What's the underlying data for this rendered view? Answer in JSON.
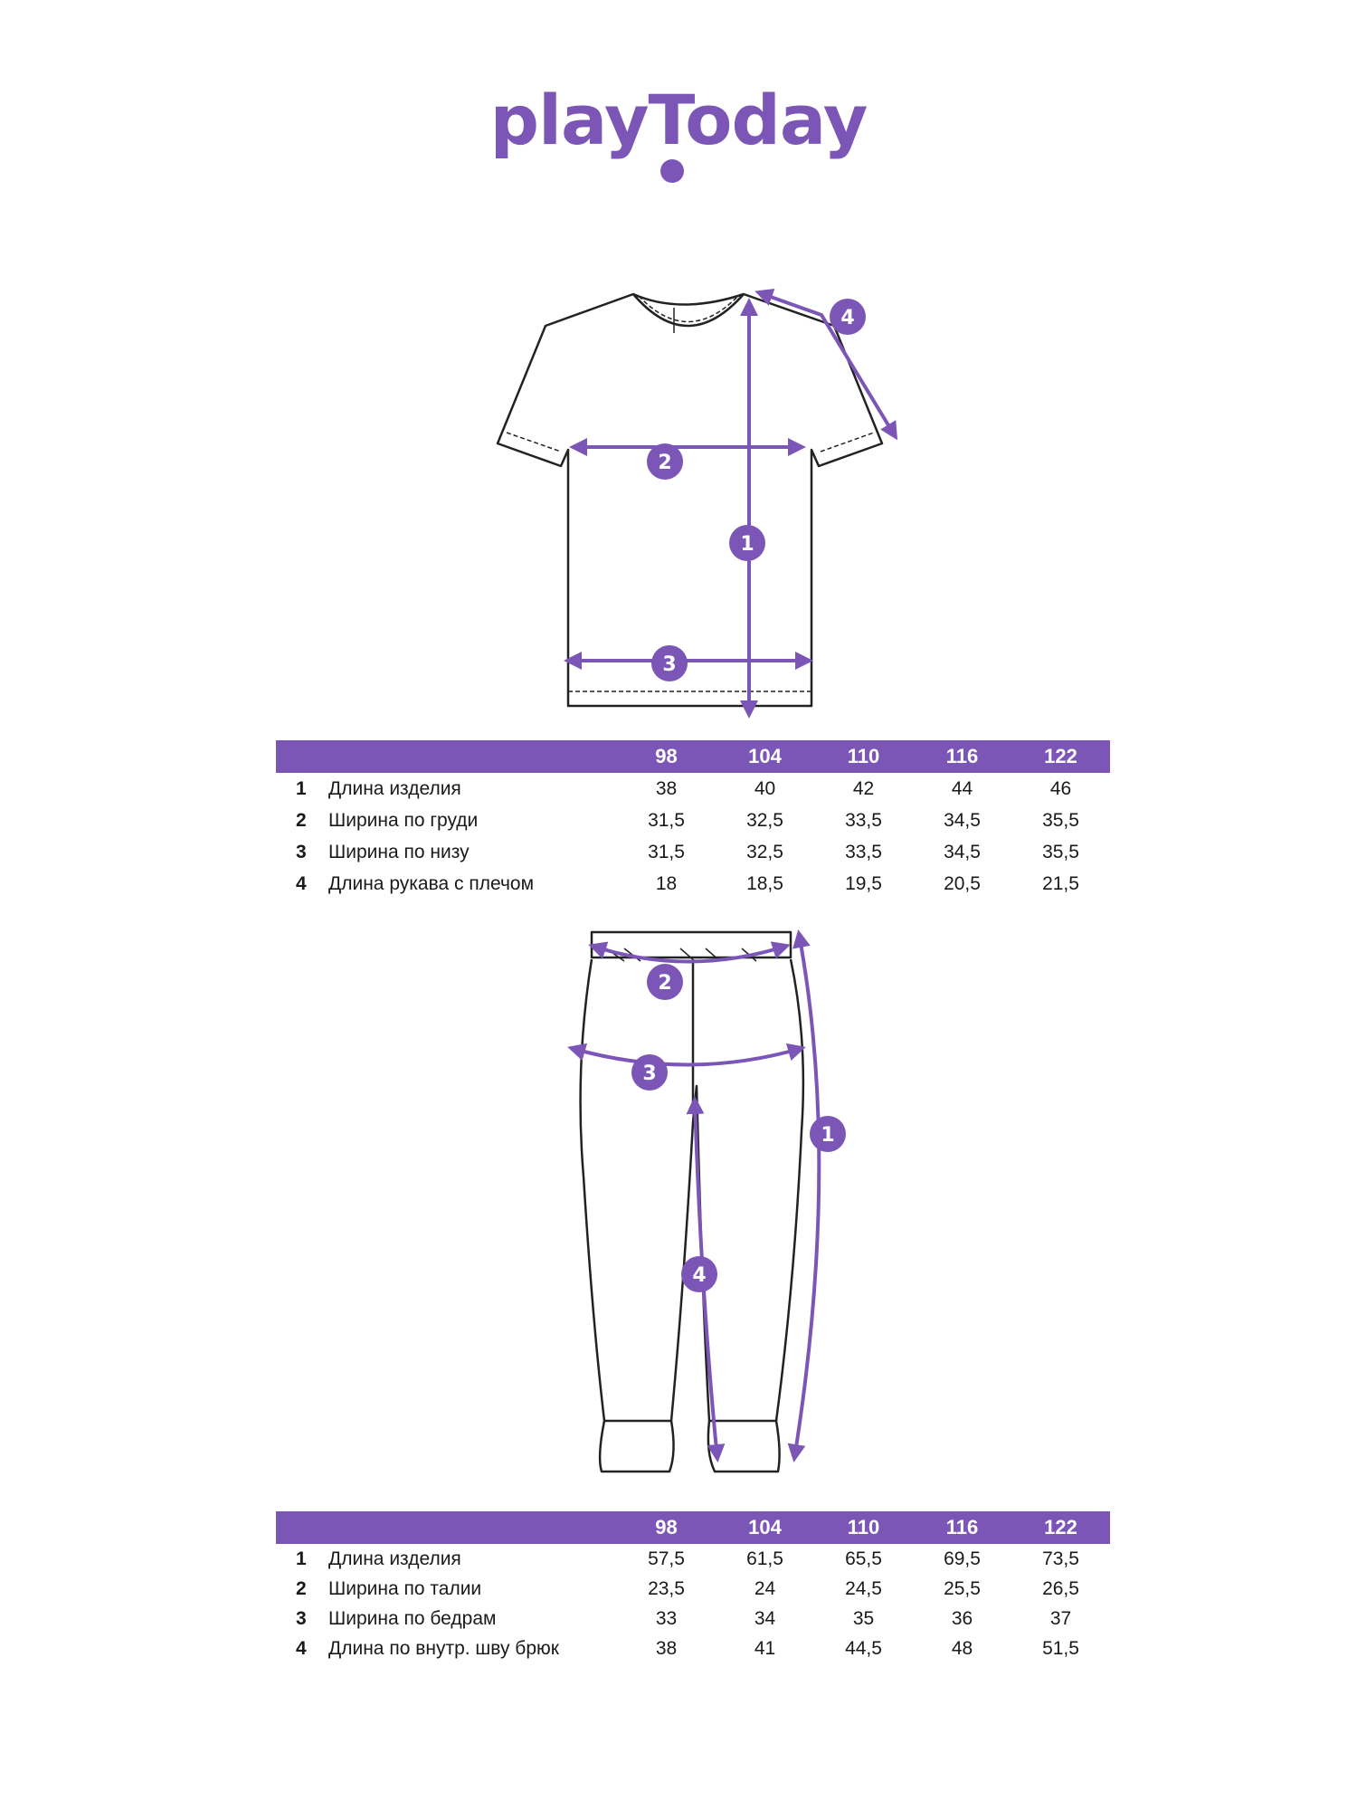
{
  "brand": {
    "logo_text": "playToday",
    "color": "#7b56b6"
  },
  "shirt": {
    "callouts": [
      "1",
      "2",
      "3",
      "4"
    ],
    "table": {
      "sizes": [
        "98",
        "104",
        "110",
        "116",
        "122"
      ],
      "rows": [
        {
          "num": "1",
          "label": "Длина изделия",
          "values": [
            "38",
            "40",
            "42",
            "44",
            "46"
          ]
        },
        {
          "num": "2",
          "label": "Ширина по груди",
          "values": [
            "31,5",
            "32,5",
            "33,5",
            "34,5",
            "35,5"
          ]
        },
        {
          "num": "3",
          "label": "Ширина по низу",
          "values": [
            "31,5",
            "32,5",
            "33,5",
            "34,5",
            "35,5"
          ]
        },
        {
          "num": "4",
          "label": "Длина рукава с плечом",
          "values": [
            "18",
            "18,5",
            "19,5",
            "20,5",
            "21,5"
          ]
        }
      ]
    }
  },
  "pants": {
    "callouts": [
      "1",
      "2",
      "3",
      "4"
    ],
    "table": {
      "sizes": [
        "98",
        "104",
        "110",
        "116",
        "122"
      ],
      "rows": [
        {
          "num": "1",
          "label": "Длина изделия",
          "values": [
            "57,5",
            "61,5",
            "65,5",
            "69,5",
            "73,5"
          ]
        },
        {
          "num": "2",
          "label": "Ширина по талии",
          "values": [
            "23,5",
            "24",
            "24,5",
            "25,5",
            "26,5"
          ]
        },
        {
          "num": "3",
          "label": "Ширина по бедрам",
          "values": [
            "33",
            "34",
            "35",
            "36",
            "37"
          ]
        },
        {
          "num": "4",
          "label": "Длина по внутр. шву брюк",
          "values": [
            "38",
            "41",
            "44,5",
            "48",
            "51,5"
          ]
        }
      ]
    }
  }
}
